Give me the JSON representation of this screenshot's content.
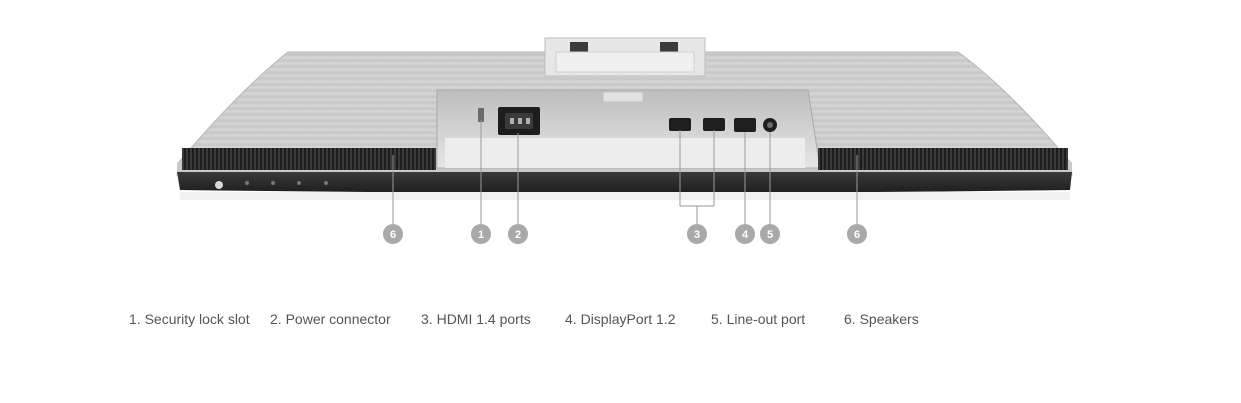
{
  "callouts": [
    "1",
    "2",
    "3",
    "4",
    "5",
    "6"
  ],
  "legend": [
    {
      "number": "1.",
      "label": "Security lock slot"
    },
    {
      "number": "2.",
      "label": "Power connector"
    },
    {
      "number": "3.",
      "label": "HDMI 1.4 ports"
    },
    {
      "number": "4.",
      "label": "DisplayPort 1.2"
    },
    {
      "number": "5.",
      "label": "Line-out port"
    },
    {
      "number": "6.",
      "label": "Speakers"
    }
  ],
  "colors": {
    "housing": "#d2d2d2",
    "housing_dark": "#b9b9b9",
    "bezel": "#2b2b2b",
    "callout": "#a9a9a9",
    "legend_text": "#555555"
  },
  "icons": [
    "monitor-rear-illustration",
    "hdmi-port-icon",
    "displayport-icon",
    "audio-jack-icon",
    "power-socket-icon",
    "kensington-slot-icon"
  ]
}
